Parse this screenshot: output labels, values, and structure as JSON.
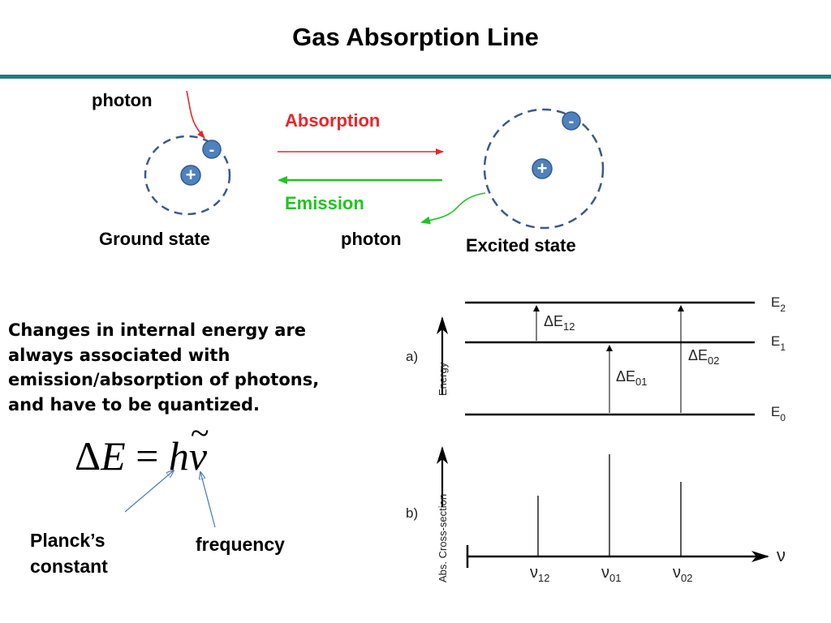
{
  "title": "Gas Absorption Line",
  "colors": {
    "rule": "#1e7e7a",
    "absorption": "#e8262a",
    "emission": "#22c322",
    "orbit": "#3a5a8a",
    "particle": "#4f81bd",
    "formula_arrow": "#4f81bd"
  },
  "top": {
    "photon_in": "photon",
    "absorption": "Absorption",
    "emission": "Emission",
    "photon_out": "photon",
    "ground_state": "Ground state",
    "excited_state": "Excited state",
    "electron_sign": "-",
    "nucleus_sign": "+"
  },
  "text": {
    "line1": "Changes in internal energy are",
    "line2": "always associated with",
    "line3": "emission/absorption of photons,",
    "line4": "and have to be quantized."
  },
  "formula": {
    "delta": "Δ",
    "E": "E",
    "eq": " = ",
    "h": "h",
    "nu": "ν",
    "tilde": "~",
    "planck_line1": "Planck’s",
    "planck_line2": "constant",
    "frequency": "frequency"
  },
  "diagram_a": {
    "panel_label": "a)",
    "axis_label": "Energy",
    "levels": [
      {
        "label": "E",
        "sub": "2"
      },
      {
        "label": "E",
        "sub": "1"
      },
      {
        "label": "E",
        "sub": "0"
      }
    ],
    "transitions": [
      {
        "label": "ΔE",
        "sub": "12"
      },
      {
        "label": "ΔE",
        "sub": "01"
      },
      {
        "label": "ΔE",
        "sub": "02"
      }
    ]
  },
  "diagram_b": {
    "panel_label": "b)",
    "axis_label": "Abs. Cross-section",
    "x_label": "ν",
    "lines": [
      {
        "label": "ν",
        "sub": "12"
      },
      {
        "label": "ν",
        "sub": "01"
      },
      {
        "label": "ν",
        "sub": "02"
      }
    ]
  }
}
